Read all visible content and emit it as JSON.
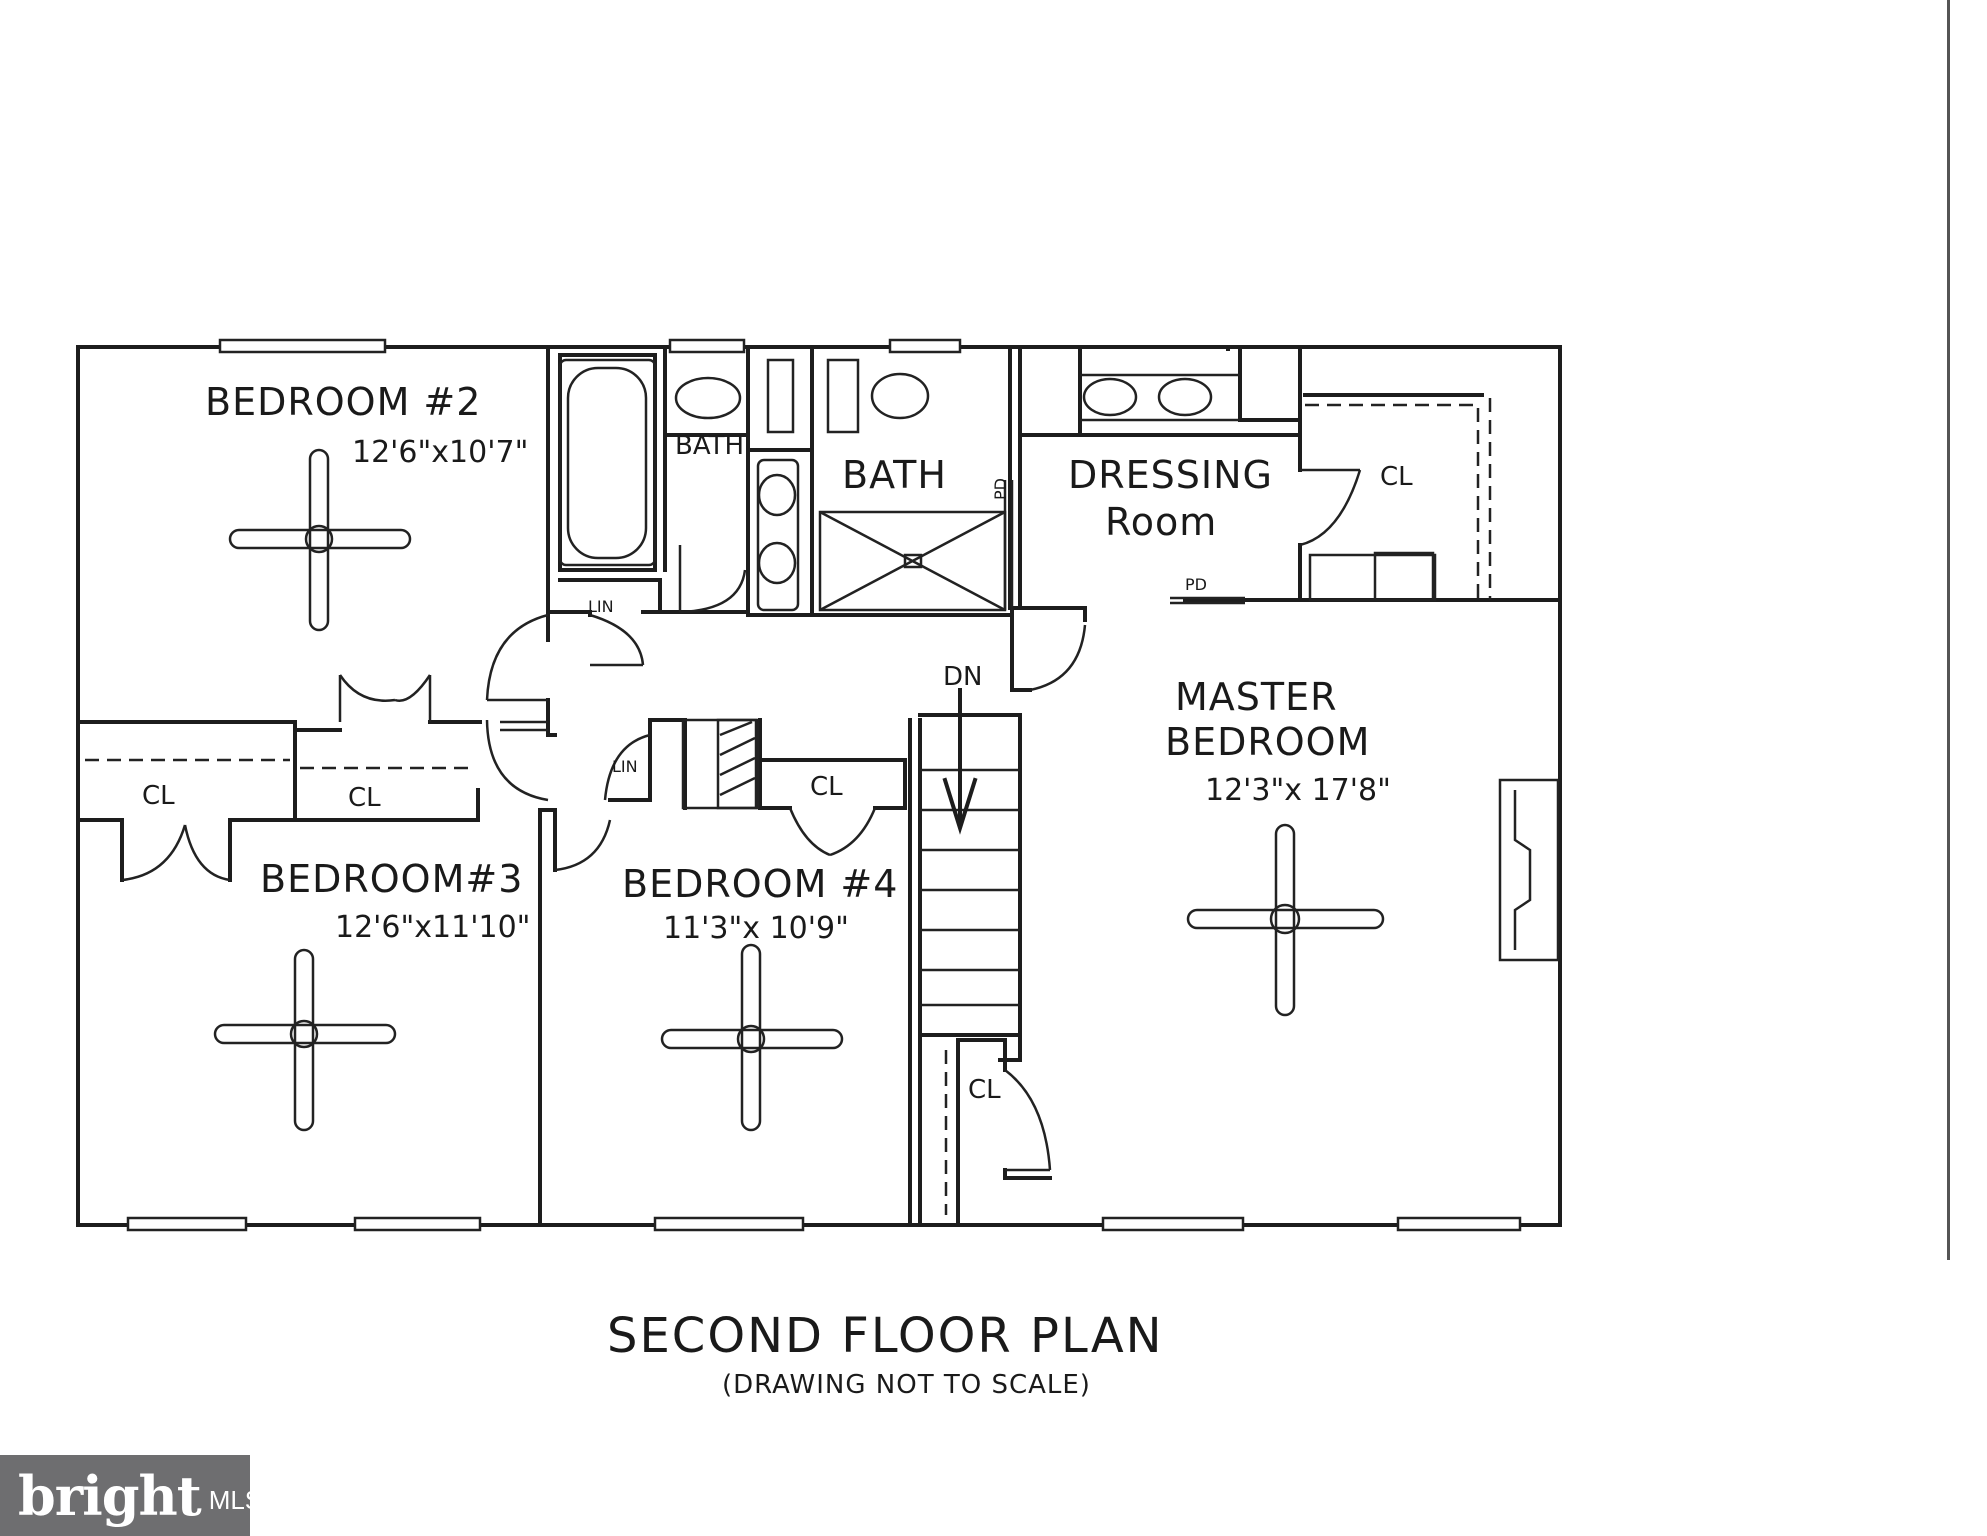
{
  "title": "SECOND FLOOR PLAN",
  "subtitle": "(DRAWING NOT TO SCALE)",
  "rooms": {
    "bedroom2": {
      "name": "BEDROOM #2",
      "size": "12'6\"x10'7\""
    },
    "bedroom3": {
      "name": "BEDROOM#3",
      "size": "12'6\"x11'10\""
    },
    "bedroom4": {
      "name": "BEDROOM #4",
      "size": "11'3\"x 10'9\""
    },
    "master": {
      "name_line1": "MASTER",
      "name_line2": "BEDROOM",
      "size": "12'3\"x 17'8\""
    },
    "dressing": {
      "name_line1": "DRESSING",
      "name_line2": "Room"
    },
    "bath1": "BATH",
    "bath2": "BATH"
  },
  "closets": {
    "cl_bed3": "CL",
    "cl_bed2": "CL",
    "cl_bed4": "CL",
    "cl_dressing": "CL",
    "cl_stair": "CL",
    "lin_upper": "LIN",
    "lin_lower": "LIN"
  },
  "markers": {
    "stairs_down": "DN",
    "pocket_door_bath": "PD",
    "pocket_door_dressing": "PD"
  },
  "watermark": {
    "brand": "bright",
    "suffix": "MLS"
  },
  "colors": {
    "line": "#1d1d1d",
    "paper": "#ffffff",
    "logo_bg": "#6e6e70"
  }
}
